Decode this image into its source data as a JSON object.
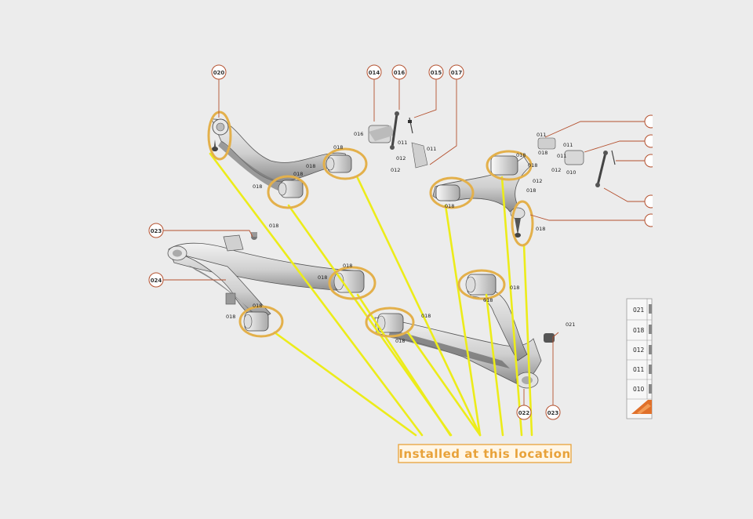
{
  "callouts": [
    "020",
    "014",
    "016",
    "015",
    "017",
    "023",
    "024",
    "022",
    "023"
  ],
  "part_labels": [
    "018",
    "018",
    "018",
    "018",
    "018",
    "018",
    "018",
    "018",
    "018",
    "018",
    "018",
    "018",
    "018",
    "018",
    "018",
    "018",
    "018",
    "016",
    "011",
    "011",
    "012",
    "012",
    "011",
    "011",
    "012",
    "012",
    "010",
    "021",
    "011",
    "018",
    "018"
  ],
  "legend": [
    "021",
    "018",
    "012",
    "011",
    "010"
  ],
  "banner": "Installed at this location",
  "colors": {
    "background": "#ececec",
    "highlight_ring": "#e3b04b",
    "pointer_line": "#ecec1a",
    "callout_stroke": "#b4502e",
    "banner_text": "#e8a23a",
    "part_fill": "#d6d6d6",
    "part_shadow": "#6e6e6e"
  }
}
